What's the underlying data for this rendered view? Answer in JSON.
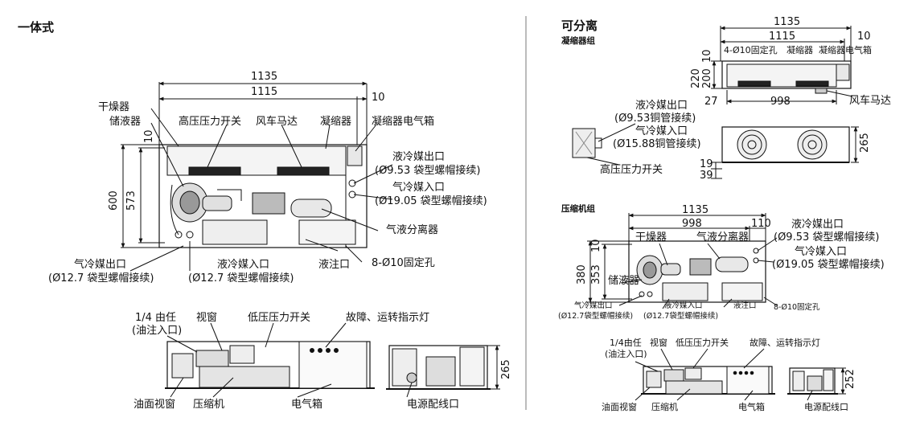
{
  "left": {
    "title": "一体式",
    "top_dims": {
      "overall": "1135",
      "inner": "1115",
      "offset": "10"
    },
    "side_dims": {
      "height": "600",
      "inner_height": "573",
      "top_offset": "10"
    },
    "labels": {
      "dryer": "干燥器",
      "receiver": "储液器",
      "hp_switch": "高压压力开关",
      "fan_motor": "风车马达",
      "condenser": "凝缩器",
      "condenser_box": "凝缩器电气箱",
      "liquid_out": "液冷媒出口",
      "liquid_out_spec": "(Ø9.53 袋型螺帽接续)",
      "gas_in": "气冷媒入口",
      "gas_in_spec": "(Ø19.05 袋型螺帽接续)",
      "separator": "气液分离器",
      "gas_out": "气冷媒出口",
      "gas_out_spec": "(Ø12.7 袋型螺帽接续)",
      "liquid_in": "液冷媒入口",
      "liquid_in_spec": "(Ø12.7 袋型螺帽接续)",
      "fill_port": "液注口",
      "fix_holes": "8-Ø10固定孔"
    },
    "bottom": {
      "union": "1/4 由任",
      "union_note": "(油注入口)",
      "sight_glass": "视窗",
      "lp_switch": "低压压力开关",
      "indicator": "故障、运转指示灯",
      "oil_sight": "油面视窗",
      "compressor": "压缩机",
      "electric_box": "电气箱",
      "power_port": "电源配线口",
      "height": "265"
    }
  },
  "right": {
    "title": "可分离",
    "condenser_group": {
      "title": "凝缩器组",
      "overall": "1135",
      "inner": "1115",
      "offset": "10",
      "h1": "220",
      "h2": "200",
      "h3": "10",
      "left_offset": "27",
      "span": "998",
      "fix_holes": "4-Ø10固定孔",
      "condenser": "凝缩器",
      "electric_box": "凝缩器电气箱",
      "fan_motor": "风车马达",
      "liquid_out": "液冷媒出口",
      "liquid_out_spec": "(Ø9.53铜管接续)",
      "gas_in": "气冷媒入口",
      "gas_in_spec": "(Ø15.88铜管接续)",
      "hp_switch": "高压压力开关",
      "side_height": "265",
      "d19": "19",
      "d39": "39"
    },
    "compressor_group": {
      "title": "压缩机组",
      "overall": "1135",
      "span": "998",
      "offset": "110",
      "top_off": "10",
      "h380": "380",
      "h353": "353",
      "dryer": "干燥器",
      "separator": "气液分离器",
      "liquid_out": "液冷媒出口",
      "liquid_out_spec": "(Ø9.53 袋型螺帽接续)",
      "gas_in": "气冷媒入口",
      "gas_in_spec": "(Ø19.05 袋型螺帽接续)",
      "receiver": "储液器",
      "gas_out": "气冷媒出口",
      "gas_out_spec": "(Ø12.7袋型螺帽接续)",
      "liquid_in": "液冷媒入口",
      "liquid_in_spec": "(Ø12.7袋型螺帽接续)",
      "fill_port": "液注口",
      "fix_holes": "8-Ø10固定孔"
    },
    "bottom": {
      "union": "1/4由任",
      "union_note": "(油注入口)",
      "sight_glass": "视窗",
      "lp_switch": "低压压力开关",
      "indicator": "故障、运转指示灯",
      "oil_sight": "油面视窗",
      "compressor": "压缩机",
      "electric_box": "电气箱",
      "power_port": "电源配线口",
      "height": "252"
    }
  }
}
